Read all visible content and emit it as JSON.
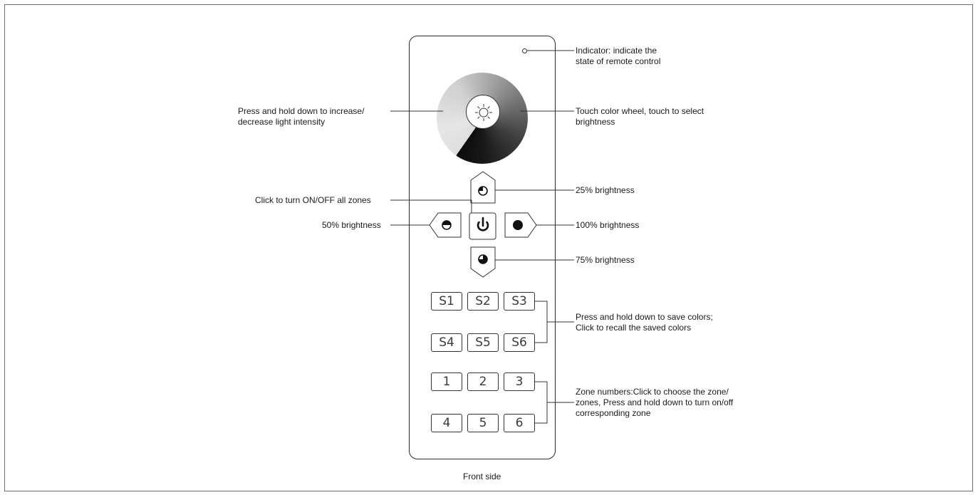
{
  "labels": {
    "indicator": [
      "Indicator: indicate the",
      "state of remote control"
    ],
    "hold_intensity": [
      "Press and hold down to increase/",
      "decrease light intensity"
    ],
    "color_wheel": [
      "Touch color wheel, touch to select",
      "brightness"
    ],
    "b25": "25% brightness",
    "power": "Click to turn ON/OFF all zones",
    "b50": "50% brightness",
    "b100": "100% brightness",
    "b75": "75% brightness",
    "scenes": [
      "Press and hold down to save colors;",
      "Click to recall the saved colors"
    ],
    "zones": [
      "Zone numbers:Click to choose the zone/",
      "zones, Press and hold down to turn on/off",
      "corresponding zone"
    ]
  },
  "scene_keys": [
    "S1",
    "S2",
    "S3",
    "S4",
    "S5",
    "S6"
  ],
  "zone_keys": [
    "1",
    "2",
    "3",
    "4",
    "5",
    "6"
  ],
  "caption": "Front side",
  "icons": {
    "wheel_center": "sun-icon",
    "power": "power-icon",
    "b25": "quarter-circle-icon",
    "b50": "half-circle-icon",
    "b75": "three-quarter-circle-icon",
    "b100": "full-circle-icon"
  }
}
